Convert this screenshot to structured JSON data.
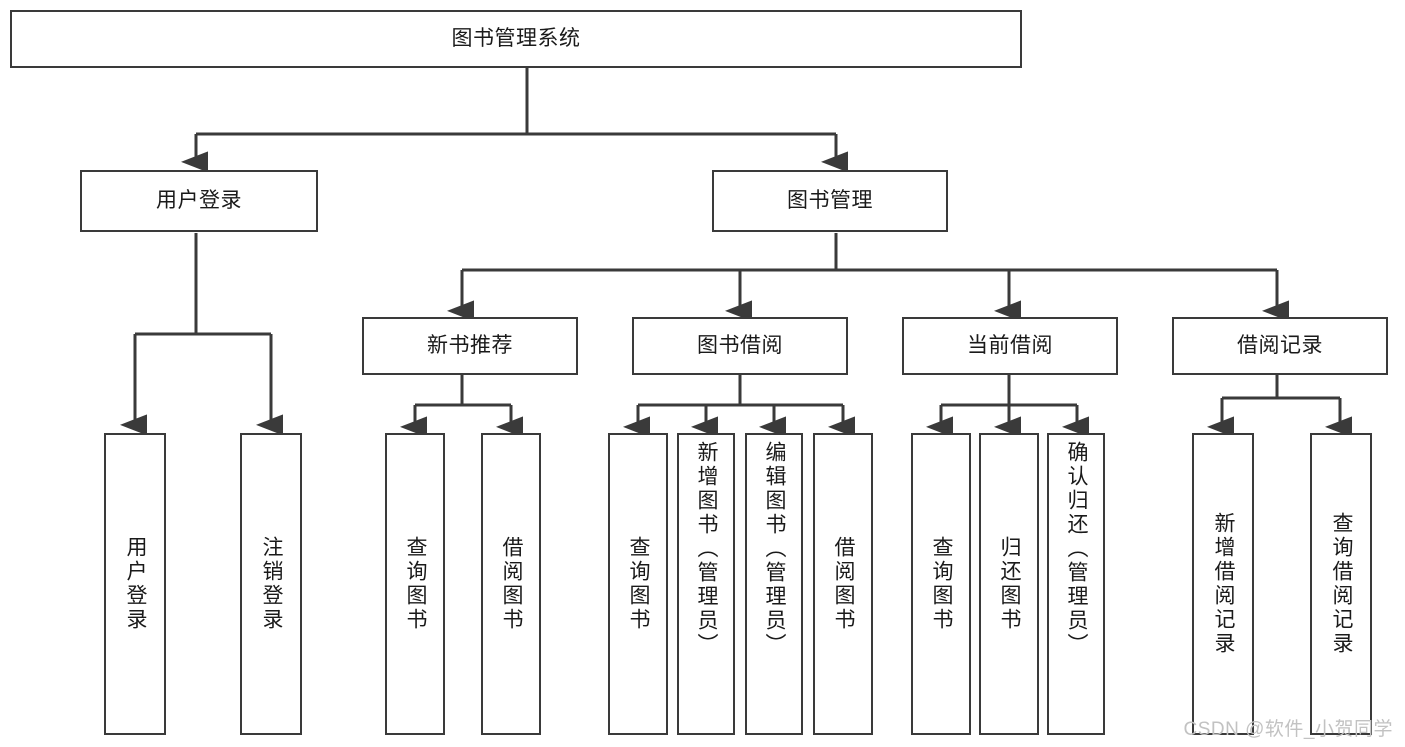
{
  "diagram": {
    "type": "tree-hierarchy",
    "title": "图书管理系统",
    "watermark": "CSDN @软件_小贺同学",
    "colors": {
      "box_border": "#3a3a3a",
      "box_fill": "#ffffff",
      "connector": "#3a3a3a",
      "text": "#1a1a1a",
      "watermark": "#c2c2c2",
      "background": "#ffffff"
    },
    "nodes": {
      "root": {
        "label": "图书管理系统",
        "level": 1,
        "orientation": "horizontal"
      },
      "user_login": {
        "label": "用户登录",
        "level": 2,
        "orientation": "horizontal"
      },
      "book_mgmt": {
        "label": "图书管理",
        "level": 2,
        "orientation": "horizontal"
      },
      "new_book_rec": {
        "label": "新书推荐",
        "level": 3,
        "orientation": "horizontal"
      },
      "book_borrow": {
        "label": "图书借阅",
        "level": 3,
        "orientation": "horizontal"
      },
      "current_borrow": {
        "label": "当前借阅",
        "level": 3,
        "orientation": "horizontal"
      },
      "borrow_record": {
        "label": "借阅记录",
        "level": 3,
        "orientation": "horizontal"
      },
      "leaf_user_login": {
        "label": "用户登录",
        "level": 4,
        "orientation": "vertical"
      },
      "leaf_logout": {
        "label": "注销登录",
        "level": 4,
        "orientation": "vertical"
      },
      "leaf_query_book_1": {
        "label": "查询图书",
        "level": 4,
        "orientation": "vertical"
      },
      "leaf_borrow_book_1": {
        "label": "借阅图书",
        "level": 4,
        "orientation": "vertical"
      },
      "leaf_query_book_2": {
        "label": "查询图书",
        "level": 4,
        "orientation": "vertical"
      },
      "leaf_add_book": {
        "label": "新增图书（管理员）",
        "level": 4,
        "orientation": "vertical"
      },
      "leaf_edit_book": {
        "label": "编辑图书（管理员）",
        "level": 4,
        "orientation": "vertical"
      },
      "leaf_borrow_book_2": {
        "label": "借阅图书",
        "level": 4,
        "orientation": "vertical"
      },
      "leaf_query_book_3": {
        "label": "查询图书",
        "level": 4,
        "orientation": "vertical"
      },
      "leaf_return_book": {
        "label": "归还图书",
        "level": 4,
        "orientation": "vertical"
      },
      "leaf_confirm_return": {
        "label": "确认归还（管理员）",
        "level": 4,
        "orientation": "vertical"
      },
      "leaf_add_record": {
        "label": "新增借阅记录",
        "level": 4,
        "orientation": "vertical"
      },
      "leaf_query_record": {
        "label": "查询借阅记录",
        "level": 4,
        "orientation": "vertical"
      }
    },
    "edges": [
      {
        "from": "root",
        "to": "user_login"
      },
      {
        "from": "root",
        "to": "book_mgmt"
      },
      {
        "from": "user_login",
        "to": "leaf_user_login"
      },
      {
        "from": "user_login",
        "to": "leaf_logout"
      },
      {
        "from": "book_mgmt",
        "to": "new_book_rec"
      },
      {
        "from": "book_mgmt",
        "to": "book_borrow"
      },
      {
        "from": "book_mgmt",
        "to": "current_borrow"
      },
      {
        "from": "book_mgmt",
        "to": "borrow_record"
      },
      {
        "from": "new_book_rec",
        "to": "leaf_query_book_1"
      },
      {
        "from": "new_book_rec",
        "to": "leaf_borrow_book_1"
      },
      {
        "from": "book_borrow",
        "to": "leaf_query_book_2"
      },
      {
        "from": "book_borrow",
        "to": "leaf_add_book"
      },
      {
        "from": "book_borrow",
        "to": "leaf_edit_book"
      },
      {
        "from": "book_borrow",
        "to": "leaf_borrow_book_2"
      },
      {
        "from": "current_borrow",
        "to": "leaf_query_book_3"
      },
      {
        "from": "current_borrow",
        "to": "leaf_return_book"
      },
      {
        "from": "current_borrow",
        "to": "leaf_confirm_return"
      },
      {
        "from": "borrow_record",
        "to": "leaf_add_record"
      },
      {
        "from": "borrow_record",
        "to": "leaf_query_record"
      }
    ]
  }
}
